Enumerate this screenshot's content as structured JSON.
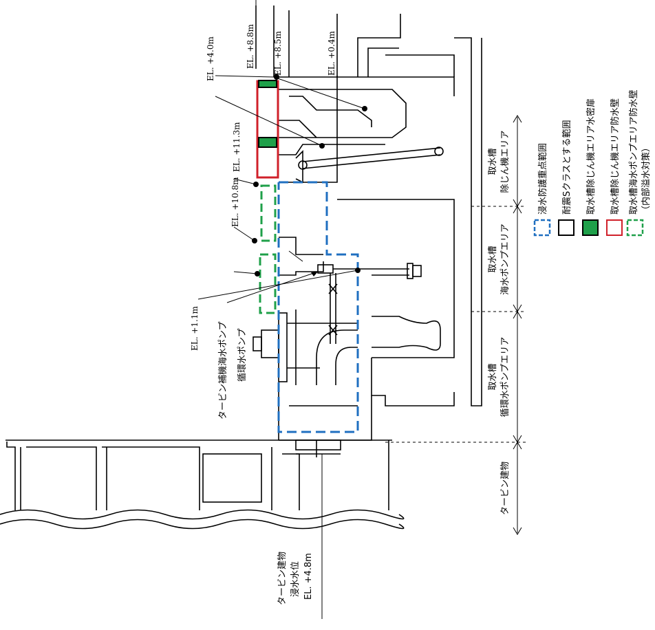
{
  "elevations": {
    "el_88": "EL. +8.8m",
    "el_85": "EL. +8.5m",
    "el_04": "EL. +0.4m",
    "el_40": "EL. +4.0m",
    "el_113": "EL. +11.3m",
    "el_108": "EL. +10.8m",
    "el_11": "EL. +1.1m"
  },
  "equipment": {
    "turbine_aux_pump": "タービン補機海水ポンプ",
    "circ_pump": "循環水ポンプ"
  },
  "turbine_water_level": {
    "line1": "タービン建物",
    "line2": "浸水水位",
    "line3": "EL. +4.8m"
  },
  "areas": {
    "screen": {
      "line1": "取水槽",
      "line2": "除じん機エリア"
    },
    "seawater_pump": {
      "line1": "取水槽",
      "line2": "海水ポンプエリア"
    },
    "circ_pump": {
      "line1": "取水槽",
      "line2": "循環水ポンプエリア"
    },
    "turbine": {
      "line1": "タービン建物"
    }
  },
  "legend": [
    {
      "label": "浸水防護重点範囲",
      "swatch": "blue-dashed",
      "color": "#1f6fc0"
    },
    {
      "label": "耐震Sクラスとする範囲",
      "swatch": "black-solid",
      "color": "#000000"
    },
    {
      "label": "取水槽除じん機エリア水密扉",
      "swatch": "green-filled",
      "color": "#1fa04a"
    },
    {
      "label": "取水槽除じん機エリア防水壁",
      "swatch": "red-solid",
      "color": "#d0202a"
    },
    {
      "label": "取水槽海水ポンプエリア防水壁",
      "swatch": "green-dashed",
      "color": "#1fa04a"
    },
    {
      "label": "（内部溢水対策）",
      "swatch": "none"
    }
  ]
}
